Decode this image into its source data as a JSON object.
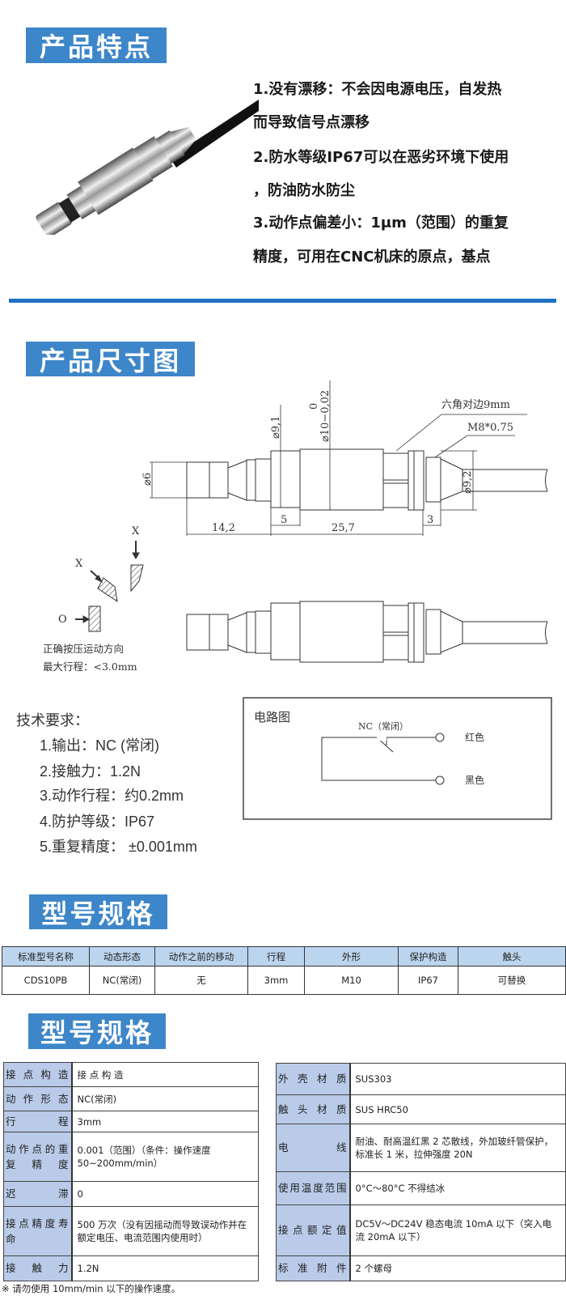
{
  "section_headers": [
    "产品特点",
    "产品尺寸图",
    "型号规格",
    "型号规格"
  ],
  "features": [
    "1.没有漂移：不会因电源电压，自发热",
    "而导致信号点漂移",
    "2.防水等级IP67可以在恶劣环境下使用",
    "，防油防水防尘",
    "3.动作点偏差小：1μm（范围）的重复",
    "精度，可用在CNC机床的原点，基点"
  ],
  "drawing": {
    "hex_label": "六角对边9mm",
    "thread_label": "M8*0.75",
    "dia_tip": "⌀6",
    "dia_91": "⌀9,1",
    "dia_10": "⌀10−0,02",
    "dia_10_tol": "0",
    "dia_92": "⌀9,2",
    "dim_142": "14,2",
    "dim_5": "5",
    "dim_257": "25,7",
    "dim_3": "3",
    "dir_x1": "X",
    "dir_x2": "X",
    "dir_o": "O",
    "dir_caption": "正确按压运动方向",
    "max_stroke": "最大行程：<3.0mm"
  },
  "tech_requirements": {
    "title": "技术要求：",
    "items": [
      "1.输出：NC (常闭)",
      "2.接触力：1.2N",
      "3.动作行程：约0.2mm",
      "4.防护等级：IP67",
      "5.重复精度：  ±0.001mm"
    ]
  },
  "circuit": {
    "title": "电路图",
    "switch_label": "NC（常闭）",
    "red_wire": "红色",
    "black_wire": "黑色"
  },
  "model_table": {
    "headers": [
      "标准型号名称",
      "动态形态",
      "动作之前的移动",
      "行程",
      "外形",
      "保护构造",
      "触头"
    ],
    "rows": [
      [
        "CDS10PB",
        "NC(常闭)",
        "无",
        "3mm",
        "M10",
        "IP67",
        "可替换"
      ]
    ]
  },
  "spec_left": [
    {
      "label": "接点构造",
      "value": "接  点  构  造"
    },
    {
      "label": "动作形态",
      "value": "NC(常闭)"
    },
    {
      "label": "行程",
      "value": "3mm"
    },
    {
      "label": "动作点的重复精度",
      "value": "0.001（范围）（条件：操作速度 50~200mm/min）"
    },
    {
      "label": "迟滞",
      "value": "0"
    },
    {
      "label": "接点精度寿命",
      "value": "500 万次（没有因摇动而导致误动作并在额定电压、电流范围内使用时）"
    },
    {
      "label": "接触力",
      "value": "1.2N"
    }
  ],
  "spec_right": [
    {
      "label": "外壳材质",
      "value": "SUS303"
    },
    {
      "label": "触头材质",
      "value": "SUS HRC50"
    },
    {
      "label": "电线",
      "value": "耐油、耐高温红黑 2 芯散线，外加玻纤管保护，标准长 1 米，拉伸强度 20N"
    },
    {
      "label": "使用温度范围",
      "value": "0°C～80°C 不得结冰"
    },
    {
      "label": "接点额定值",
      "value": "DC5V～DC24V 稳态电流 10mA 以下（突入电流 20mA 以下）"
    },
    {
      "label": "标准附件",
      "value": "2 个螺母"
    }
  ],
  "footnote": "※ 请勿使用 10mm/min 以下的操作速度。",
  "colors": {
    "accent": "#3d86c9",
    "rule": "#1f72c4",
    "table_header": "#bcd5ee",
    "spec_label": "#b9cbe8"
  }
}
